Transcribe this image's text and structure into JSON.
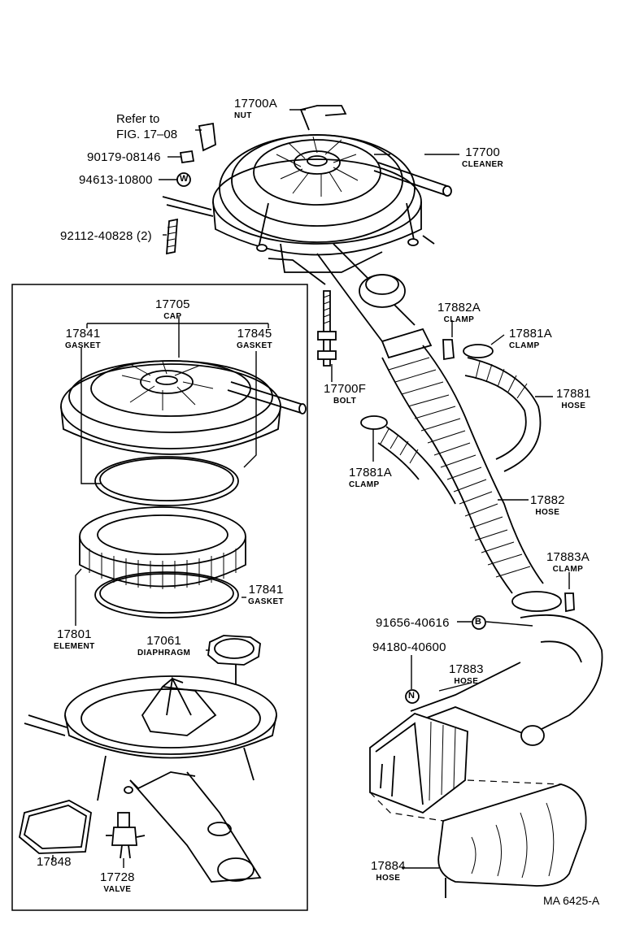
{
  "labels": {
    "refer_to": "Refer to",
    "fig_ref": "FIG. 17–08",
    "p17700A": {
      "number": "17700A",
      "name": "NUT"
    },
    "p17700": {
      "number": "17700",
      "name": "CLEANER"
    },
    "p90179": {
      "number": "90179-08146"
    },
    "p94613": {
      "number": "94613-10800"
    },
    "p92112": {
      "number": "92112-40828 (2)"
    },
    "p17705": {
      "number": "17705",
      "name": "CAP"
    },
    "p17841a": {
      "number": "17841",
      "name": "GASKET"
    },
    "p17845": {
      "number": "17845",
      "name": "GASKET"
    },
    "p17700F": {
      "number": "17700F",
      "name": "BOLT"
    },
    "p17882A": {
      "number": "17882A",
      "name": "CLAMP"
    },
    "p17881A_top": {
      "number": "17881A",
      "name": "CLAMP"
    },
    "p17881": {
      "number": "17881",
      "name": "HOSE"
    },
    "p17881A_mid": {
      "number": "17881A",
      "name": "CLAMP"
    },
    "p17882": {
      "number": "17882",
      "name": "HOSE"
    },
    "p17883A": {
      "number": "17883A",
      "name": "CLAMP"
    },
    "p17841b": {
      "number": "17841",
      "name": "GASKET"
    },
    "p17801": {
      "number": "17801",
      "name": "ELEMENT"
    },
    "p17061": {
      "number": "17061",
      "name": "DIAPHRAGM"
    },
    "p91656": {
      "number": "91656-40616"
    },
    "p94180": {
      "number": "94180-40600"
    },
    "p17883": {
      "number": "17883",
      "name": "HOSE"
    },
    "p17848": {
      "number": "17848"
    },
    "p17728": {
      "number": "17728",
      "name": "VALVE"
    },
    "p17884": {
      "number": "17884",
      "name": "HOSE"
    },
    "symbol_W": "W",
    "symbol_B": "B",
    "symbol_N": "N",
    "drawing_code": "MA 6425-A"
  }
}
